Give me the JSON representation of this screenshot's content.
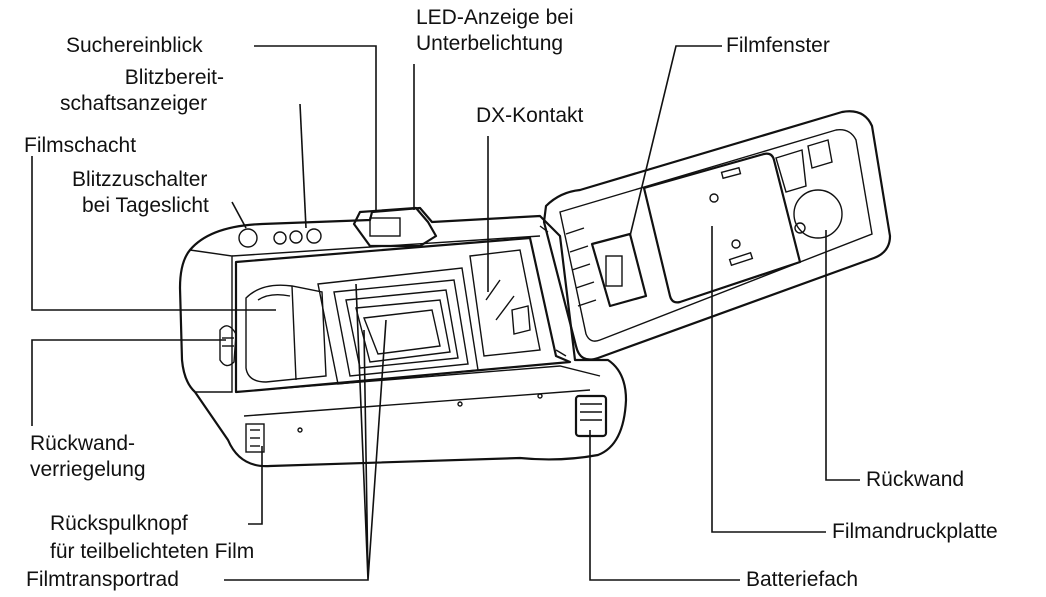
{
  "labels": {
    "suchereinblick": "Suchereinblick",
    "led_line1": "LED-Anzeige bei",
    "led_line2": "Unterbelichtung",
    "filmfenster": "Filmfenster",
    "blitzbereit_line1": "Blitzbereit-",
    "blitzbereit_line2": "schaftsanzeiger",
    "dx_kontakt": "DX-Kontakt",
    "filmschacht": "Filmschacht",
    "blitzzu_line1": "Blitzzuschalter",
    "blitzzu_line2": "bei Tageslicht",
    "rueckwand_line1": "Rückwand-",
    "rueckwand_line2": "verriegelung",
    "rueckwand": "Rückwand",
    "filmandruck": "Filmandruckplatte",
    "rueckspul_line1": "Rückspulknopf",
    "rueckspul_line2": "für teilbelichteten Film",
    "filmtransport": "Filmtransportrad",
    "batteriefach": "Batteriefach"
  }
}
